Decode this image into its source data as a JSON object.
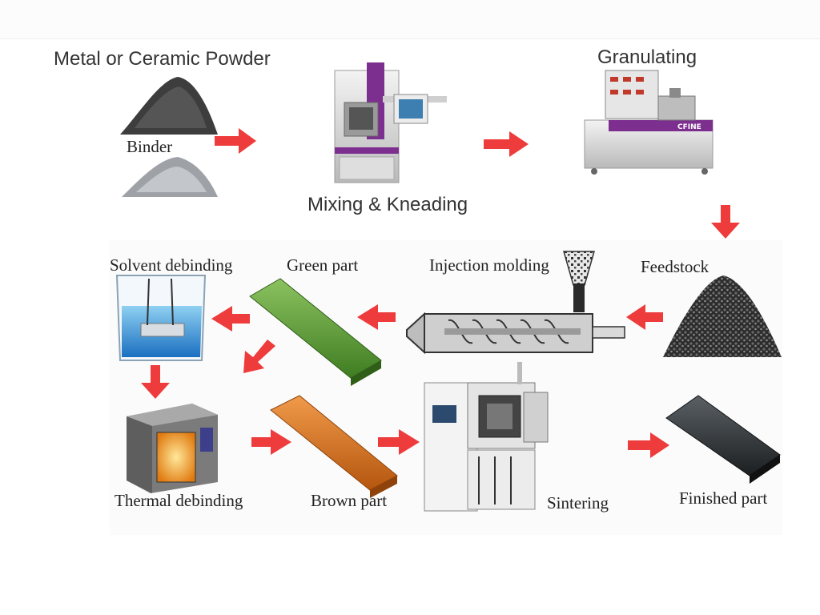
{
  "labels": {
    "powder": "Metal or Ceramic Powder",
    "binder": "Binder",
    "mixing": "Mixing & Kneading",
    "granulating": "Granulating",
    "feedstock": "Feedstock",
    "injection": "Injection molding",
    "green_part": "Green part",
    "solvent": "Solvent debinding",
    "thermal": "Thermal debinding",
    "brown_part": "Brown part",
    "sintering": "Sintering",
    "finished": "Finished part"
  },
  "machine_brand": "CFINE",
  "colors": {
    "arrow": "#ee3b3b",
    "green_part": "#5a9a35",
    "brown_part": "#d8701c",
    "finished_part": "#2e3436",
    "machine_accent": "#7d2f8f"
  }
}
